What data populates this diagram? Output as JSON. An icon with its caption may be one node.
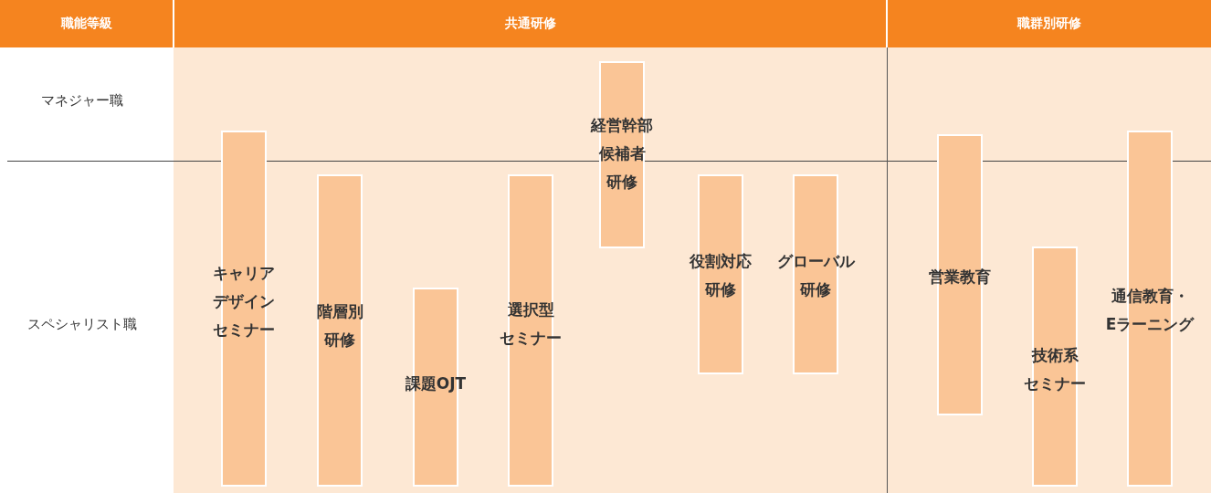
{
  "diagram": {
    "nodes": [
      {
        "text": [
          "キャリアデザインセミナー"
        ]
      },
      {
        "text": [
          "階層別研修"
        ]
      },
      {
        "text": [
          "課題OJT"
        ]
      },
      {
        "text": [
          "選択型セミナー"
        ]
      },
      {
        "text": [
          "経営幹部候補者研修"
        ]
      },
      {
        "text": [
          "役割対応研修"
        ]
      },
      {
        "text": [
          "グローバル研修"
        ]
      },
      {
        "text": [
          "営業教育"
        ]
      },
      {
        "text": [
          "技術系セミナー"
        ]
      },
      {
        "text": [
          "通信教育・Eラーニング"
        ]
      }
    ],
    "labels": [
      "職能等級",
      "共通研修",
      "職群別研修",
      "マネジャー職",
      "スペシャリスト職"
    ]
  }
}
